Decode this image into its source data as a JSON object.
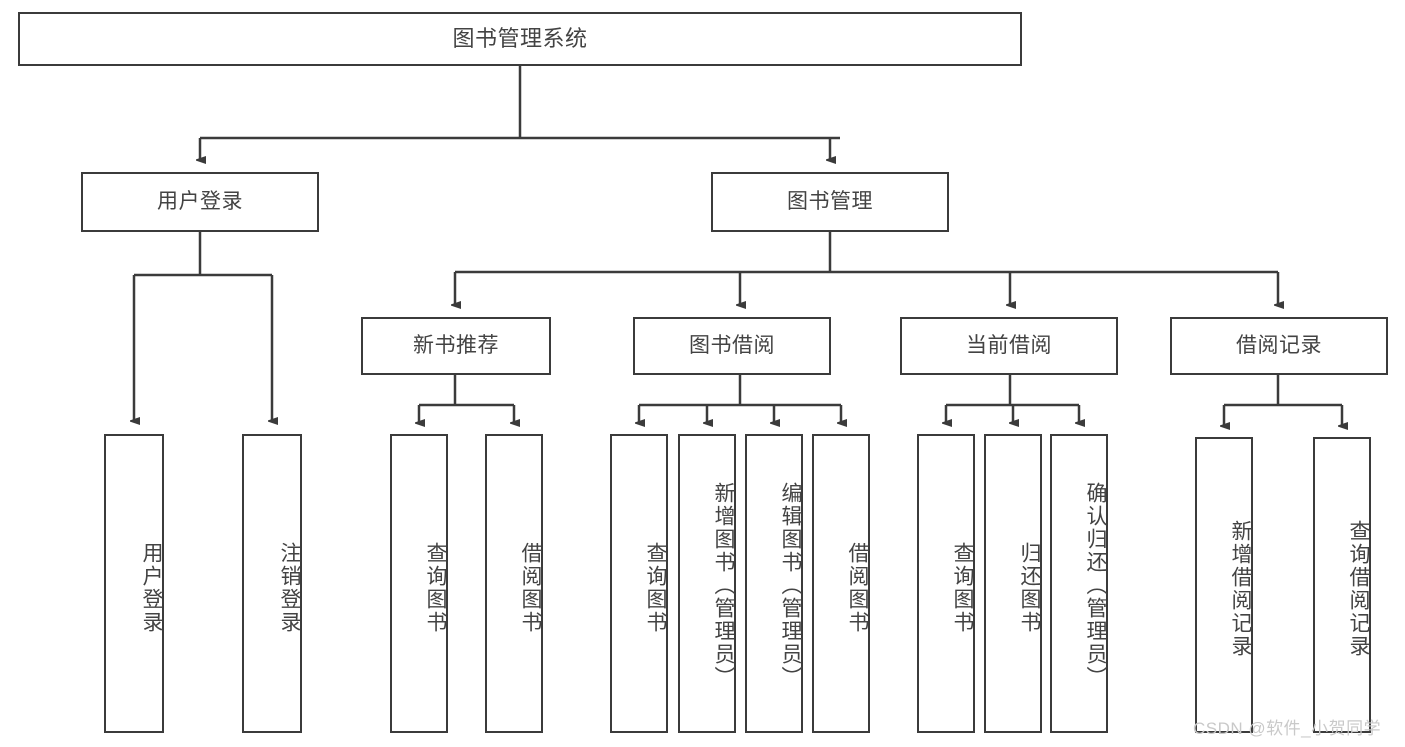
{
  "diagram": {
    "title": "图书管理系统",
    "root": {
      "label": "图书管理系统"
    },
    "level1": [
      {
        "label": "用户登录"
      },
      {
        "label": "图书管理"
      }
    ],
    "level2": [
      {
        "label": "新书推荐"
      },
      {
        "label": "图书借阅"
      },
      {
        "label": "当前借阅"
      },
      {
        "label": "借阅记录"
      }
    ],
    "leaves": [
      {
        "label": "用户登录"
      },
      {
        "label": "注销登录"
      },
      {
        "label": "查询图书"
      },
      {
        "label": "借阅图书"
      },
      {
        "label": "查询图书"
      },
      {
        "label": "新增图书（管理员）"
      },
      {
        "label": "编辑图书（管理员）"
      },
      {
        "label": "借阅图书"
      },
      {
        "label": "查询图书"
      },
      {
        "label": "归还图书"
      },
      {
        "label": "确认归还（管理员）"
      },
      {
        "label": "新增借阅记录"
      },
      {
        "label": "查询借阅记录"
      }
    ],
    "watermark": "CSDN @软件_小贺同学",
    "colors": {
      "stroke": "#3b3b3b",
      "text": "#434343",
      "background": "#ffffff",
      "watermark": "#c9c9c9"
    }
  }
}
